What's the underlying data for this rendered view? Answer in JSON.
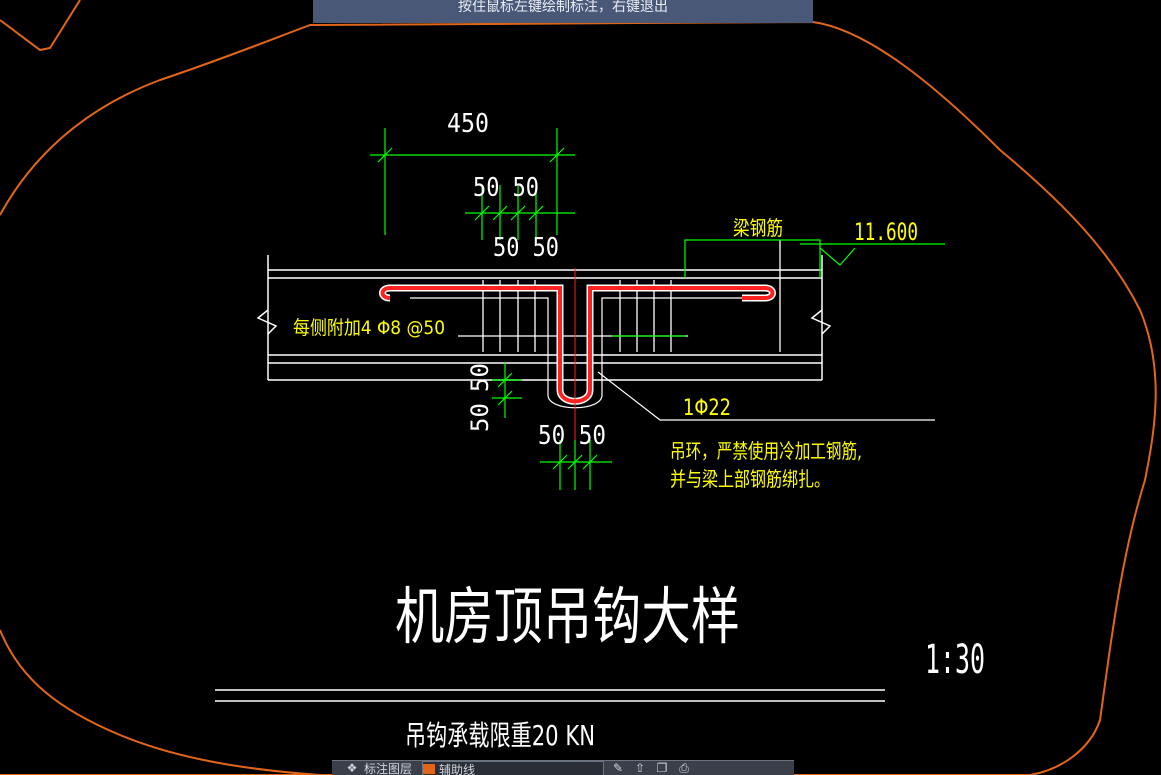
{
  "hint": {
    "text": "按住鼠标左键绘制标注，右键退出"
  },
  "drawing": {
    "dims": {
      "top_total": "450",
      "top_spacing": "50 50",
      "top_spacing_lower": "50 50",
      "left_vertical_upper": "50",
      "left_vertical_lower": "50",
      "bottom_spacing": "50 50"
    },
    "labels": {
      "beam_rebar": "梁钢筋",
      "elevation": "11.600",
      "side_rebar": "每侧附加4 Φ8 @50",
      "lifting_rebar": "1Φ22",
      "note_line1": "吊环，严禁使用冷加工钢筋,",
      "note_line2": "并与梁上部钢筋绑扎。"
    },
    "title": "机房顶吊钩大样",
    "scale": "1:30",
    "subtitle": "吊钩承载限重20 KN"
  },
  "bottombar": {
    "layer_label": "标注图层",
    "current_layer": "辅助线",
    "icons": [
      "pen-icon",
      "move-icon",
      "copy-icon",
      "print-icon"
    ]
  },
  "colors": {
    "background": "#000000",
    "cloud": "#e2661a",
    "dim_green": "#00ff00",
    "text_yellow": "#ffff00",
    "line_white": "#ffffff",
    "rebar_red": "#ff2020",
    "hint_bg": "#4a5878"
  }
}
